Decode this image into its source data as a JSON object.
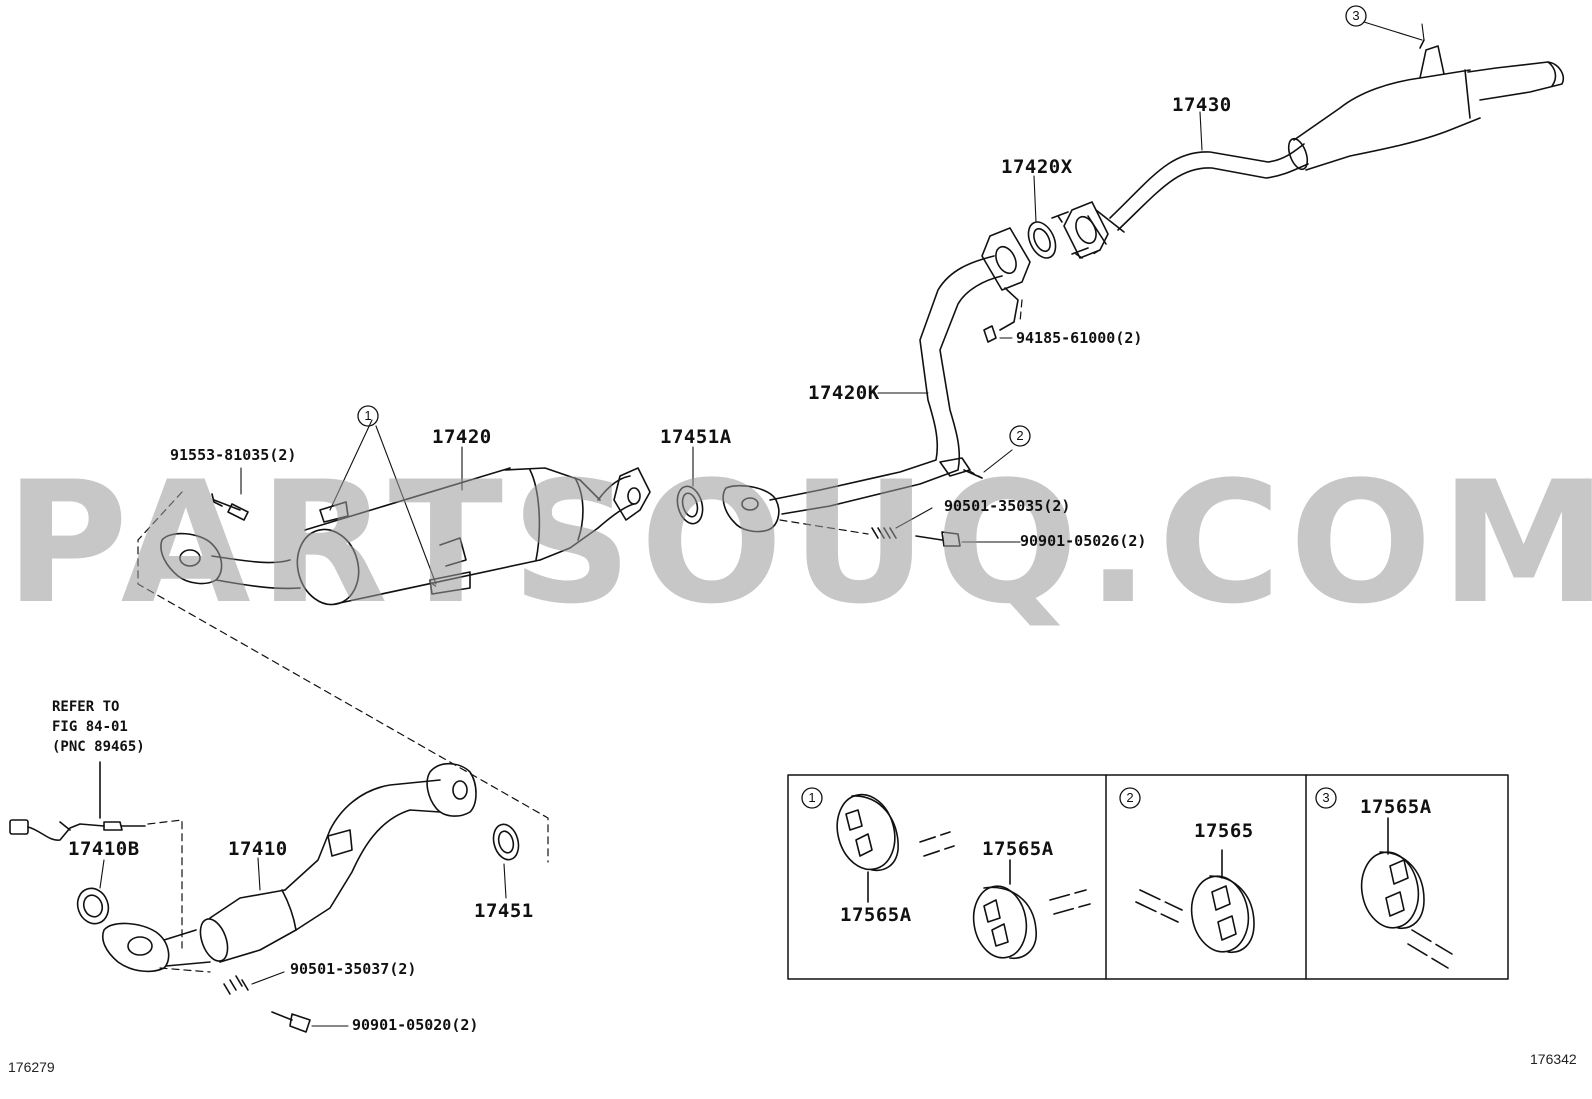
{
  "watermark": "PARTSOUQ.COM",
  "figure_ids": {
    "left": "176279",
    "right": "176342"
  },
  "callouts": {
    "c1": "1",
    "c2": "2",
    "c3": "3"
  },
  "parts": {
    "p17430": "17430",
    "p17420X": "17420X",
    "p94185": "94185-61000(2)",
    "p17420K": "17420K",
    "p17420": "17420",
    "p17451A": "17451A",
    "p91553": "91553-81035(2)",
    "p90501_35035": "90501-35035(2)",
    "p90901_05026": "90901-05026(2)",
    "p17410B": "17410B",
    "p17410": "17410",
    "p17451": "17451",
    "p90501_35037": "90501-35037(2)",
    "p90901_05020": "90901-05020(2)"
  },
  "reference_note": {
    "line1": "REFER TO",
    "line2": "FIG 84-01",
    "line3": "(PNC 89465)"
  },
  "detail_boxes": {
    "box1": {
      "callout": "1",
      "label_a": "17565A",
      "label_b": "17565A"
    },
    "box2": {
      "callout": "2",
      "label": "17565"
    },
    "box3": {
      "callout": "3",
      "label": "17565A"
    }
  }
}
